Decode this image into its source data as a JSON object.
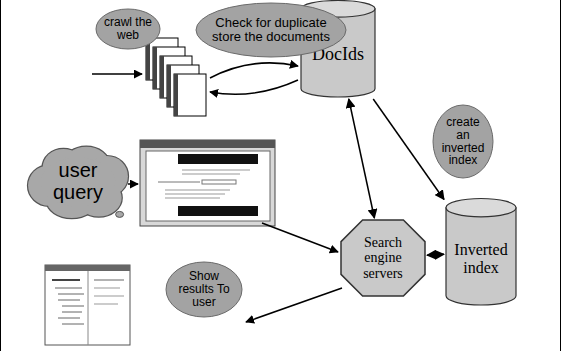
{
  "diagram": {
    "nodes": [
      {
        "text": [
          "crawl the web"
        ]
      },
      {
        "text": [
          "Check for duplicate store the documents"
        ]
      },
      {
        "text": [
          "DocIds"
        ]
      },
      {
        "text": [
          "create an inverted index"
        ]
      },
      {
        "text": [
          "user query"
        ]
      },
      {
        "text": [
          "Search engine servers"
        ]
      },
      {
        "text": [
          "Inverted index"
        ]
      },
      {
        "text": [
          "Show results To user"
        ]
      }
    ],
    "edges": [
      {
        "from": 2,
        "to": 5,
        "arrow": "both"
      },
      {
        "from": 2,
        "to": 6,
        "arrow": "to"
      },
      {
        "from": 6,
        "to": 5,
        "arrow": "both"
      }
    ]
  }
}
